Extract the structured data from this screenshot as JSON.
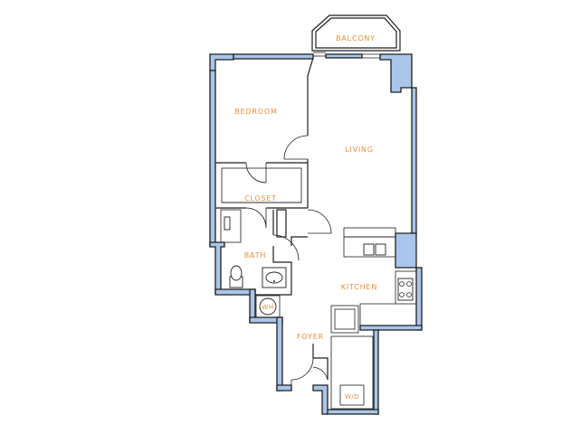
{
  "floor_plan": {
    "rooms": {
      "balcony": "BALCONY",
      "bedroom": "BEDROOM",
      "living": "LIVING",
      "closet": "CLOSET",
      "bath": "BATH",
      "kitchen": "KITCHEN",
      "foyer": "FOYER"
    },
    "fixtures": {
      "water_heater": "WH",
      "washer_dryer": "W/D"
    },
    "colors": {
      "wall_fill": "#a9c6ea",
      "wall_stroke": "#1f1f1f",
      "label": "#e8913a"
    }
  }
}
